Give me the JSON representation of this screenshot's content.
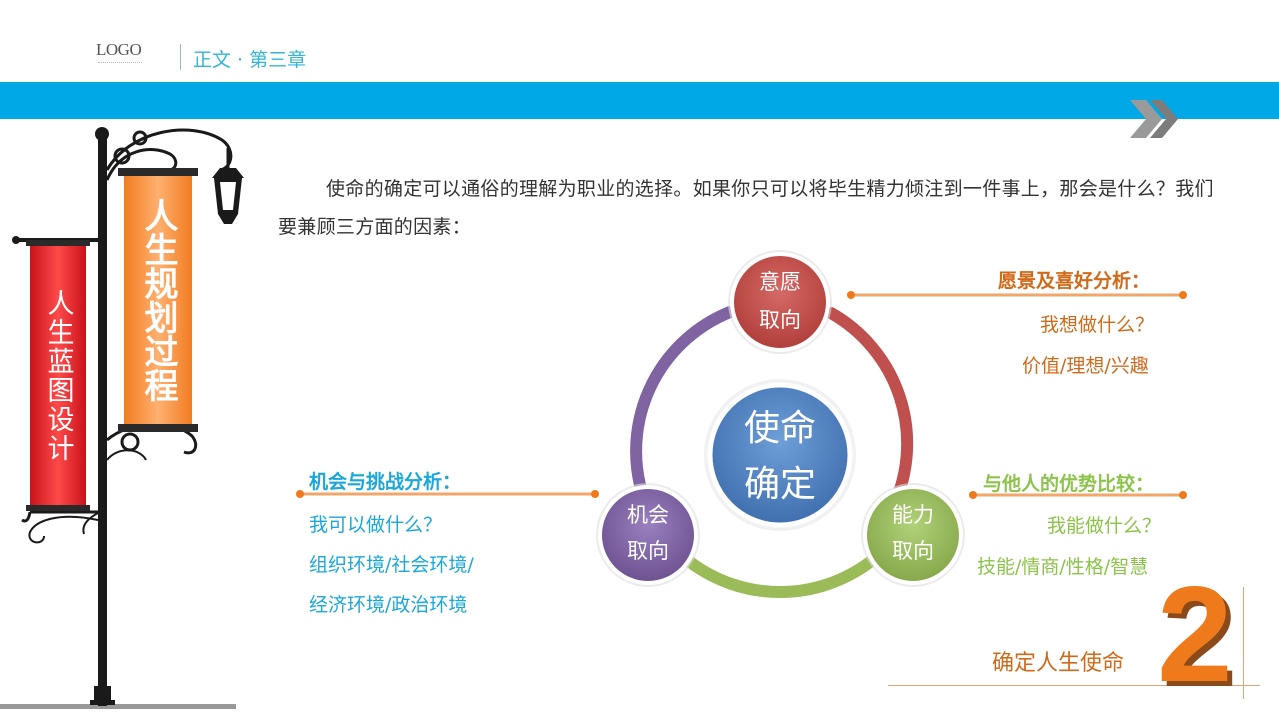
{
  "header": {
    "logo": "LOGO",
    "chapter": "正文 · 第三章"
  },
  "intro": "使命的确定可以通俗的理解为职业的选择。如果你只可以将毕生精力倾注到一件事上，那会是什么？我们要兼顾三方面的因素：",
  "signpost": {
    "left_banner": "人生蓝图设计",
    "right_banner": "人生规划过程"
  },
  "diagram": {
    "center": [
      "使命",
      "确定"
    ],
    "nodes": {
      "vision": [
        "意愿",
        "取向"
      ],
      "opportunity": [
        "机会",
        "取向"
      ],
      "ability": [
        "能力",
        "取向"
      ]
    }
  },
  "callouts": {
    "vision": {
      "heading": "愿景及喜好分析：",
      "line1": "我想做什么？",
      "line2": "价值/理想/兴趣"
    },
    "opportunity": {
      "heading": "机会与挑战分析：",
      "line1": "我可以做什么？",
      "line2": "组织环境/社会环境/",
      "line3": "经济环境/政治环境"
    },
    "ability": {
      "heading": "与他人的优势比较：",
      "line1": "我能做什么？",
      "line2": "技能/情商/性格/智慧"
    }
  },
  "footer": {
    "mission_label": "确定人生使命",
    "number": "2"
  },
  "colors": {
    "band": "#00a8e6",
    "vision": "#c0504d",
    "ability": "#9bbb59",
    "opportunity": "#8064a2",
    "center": "#4f81bd",
    "orange": "#ee7a1c"
  }
}
